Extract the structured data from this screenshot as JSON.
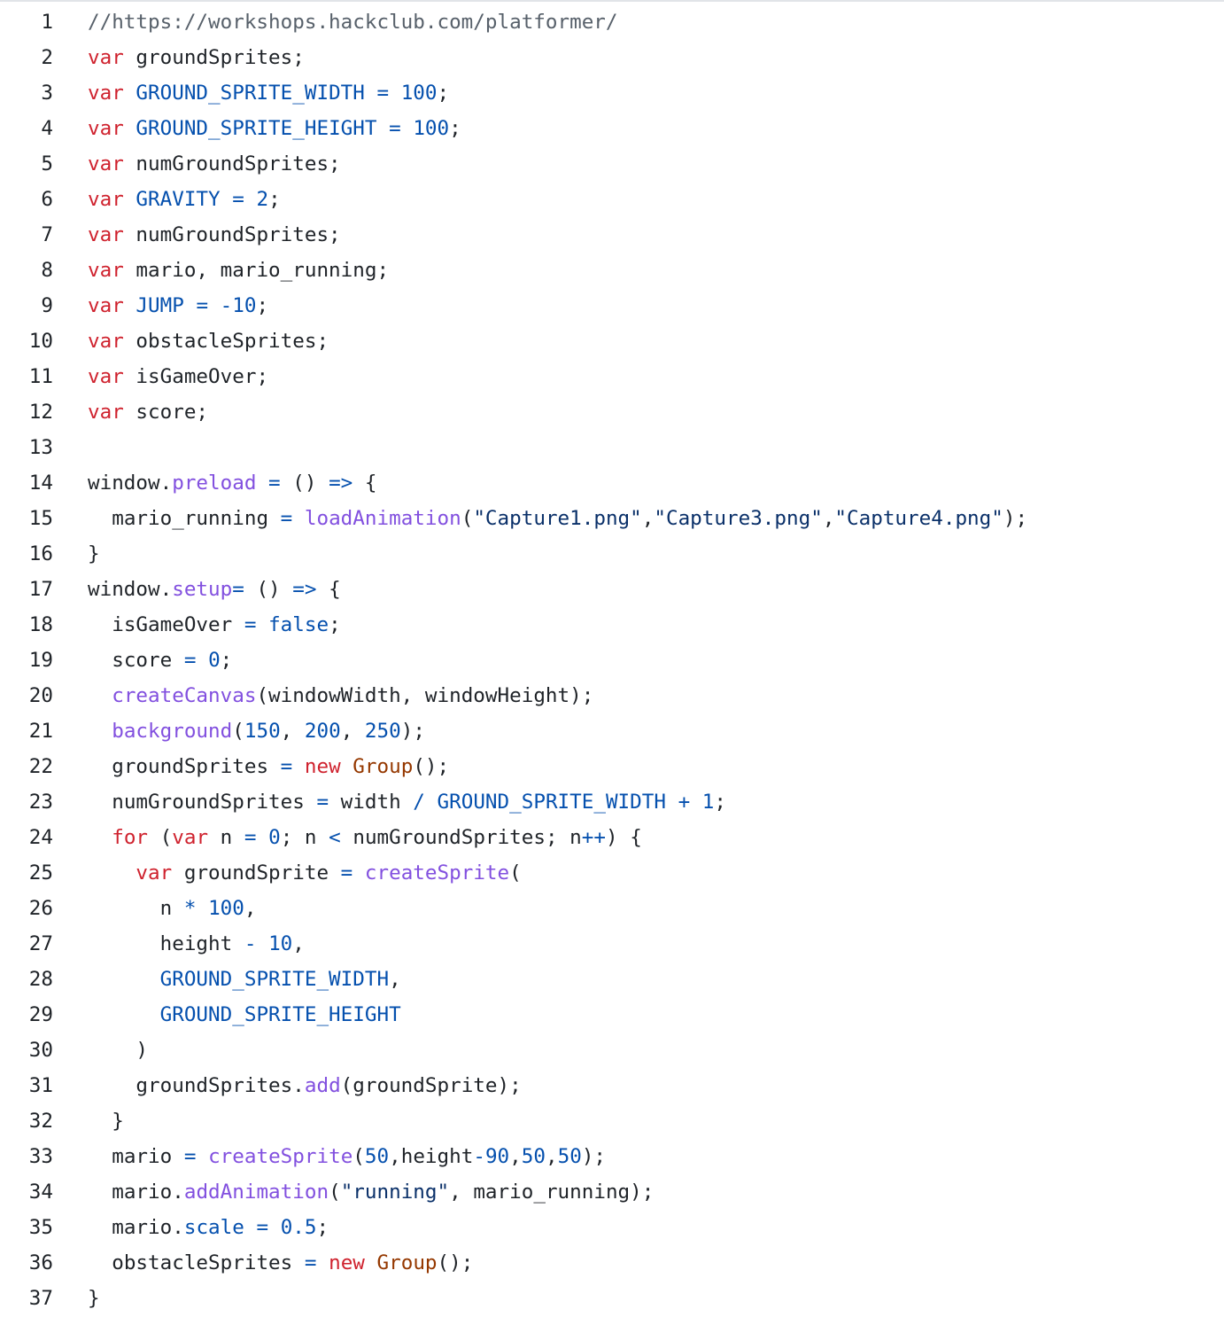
{
  "colors": {
    "plain": "#1f2328",
    "comment": "#57606a",
    "keyword": "#cf222e",
    "constant": "#0550ae",
    "function": "#8250df",
    "string": "#0a3069",
    "class": "#953800",
    "border": "#e1e4e8",
    "background": "#ffffff"
  },
  "code": {
    "lines": [
      {
        "number": "1",
        "indent": "",
        "tokens": [
          {
            "t": "//https://workshops.hackclub.com/platformer/",
            "c": "comment"
          }
        ]
      },
      {
        "number": "2",
        "indent": "",
        "tokens": [
          {
            "t": "var",
            "c": "keyword"
          },
          {
            "t": " groundSprites;",
            "c": "plain"
          }
        ]
      },
      {
        "number": "3",
        "indent": "",
        "tokens": [
          {
            "t": "var",
            "c": "keyword"
          },
          {
            "t": " ",
            "c": "plain"
          },
          {
            "t": "GROUND_SPRITE_WIDTH",
            "c": "constant"
          },
          {
            "t": " ",
            "c": "plain"
          },
          {
            "t": "=",
            "c": "constant"
          },
          {
            "t": " ",
            "c": "plain"
          },
          {
            "t": "100",
            "c": "constant"
          },
          {
            "t": ";",
            "c": "plain"
          }
        ]
      },
      {
        "number": "4",
        "indent": "",
        "tokens": [
          {
            "t": "var",
            "c": "keyword"
          },
          {
            "t": " ",
            "c": "plain"
          },
          {
            "t": "GROUND_SPRITE_HEIGHT",
            "c": "constant"
          },
          {
            "t": " ",
            "c": "plain"
          },
          {
            "t": "=",
            "c": "constant"
          },
          {
            "t": " ",
            "c": "plain"
          },
          {
            "t": "100",
            "c": "constant"
          },
          {
            "t": ";",
            "c": "plain"
          }
        ]
      },
      {
        "number": "5",
        "indent": "",
        "tokens": [
          {
            "t": "var",
            "c": "keyword"
          },
          {
            "t": " numGroundSprites;",
            "c": "plain"
          }
        ]
      },
      {
        "number": "6",
        "indent": "",
        "tokens": [
          {
            "t": "var",
            "c": "keyword"
          },
          {
            "t": " ",
            "c": "plain"
          },
          {
            "t": "GRAVITY",
            "c": "constant"
          },
          {
            "t": " ",
            "c": "plain"
          },
          {
            "t": "=",
            "c": "constant"
          },
          {
            "t": " ",
            "c": "plain"
          },
          {
            "t": "2",
            "c": "constant"
          },
          {
            "t": ";",
            "c": "plain"
          }
        ]
      },
      {
        "number": "7",
        "indent": "",
        "tokens": [
          {
            "t": "var",
            "c": "keyword"
          },
          {
            "t": " numGroundSprites;",
            "c": "plain"
          }
        ]
      },
      {
        "number": "8",
        "indent": "",
        "tokens": [
          {
            "t": "var",
            "c": "keyword"
          },
          {
            "t": " mario, mario_running;",
            "c": "plain"
          }
        ]
      },
      {
        "number": "9",
        "indent": "",
        "tokens": [
          {
            "t": "var",
            "c": "keyword"
          },
          {
            "t": " ",
            "c": "plain"
          },
          {
            "t": "JUMP",
            "c": "constant"
          },
          {
            "t": " ",
            "c": "plain"
          },
          {
            "t": "=",
            "c": "constant"
          },
          {
            "t": " ",
            "c": "plain"
          },
          {
            "t": "-10",
            "c": "constant"
          },
          {
            "t": ";",
            "c": "plain"
          }
        ]
      },
      {
        "number": "10",
        "indent": "",
        "tokens": [
          {
            "t": "var",
            "c": "keyword"
          },
          {
            "t": " obstacleSprites;",
            "c": "plain"
          }
        ]
      },
      {
        "number": "11",
        "indent": "",
        "tokens": [
          {
            "t": "var",
            "c": "keyword"
          },
          {
            "t": " isGameOver;",
            "c": "plain"
          }
        ]
      },
      {
        "number": "12",
        "indent": "",
        "tokens": [
          {
            "t": "var",
            "c": "keyword"
          },
          {
            "t": " score;",
            "c": "plain"
          }
        ]
      },
      {
        "number": "13",
        "indent": "",
        "tokens": []
      },
      {
        "number": "14",
        "indent": "",
        "tokens": [
          {
            "t": "window.",
            "c": "plain"
          },
          {
            "t": "preload",
            "c": "function"
          },
          {
            "t": " ",
            "c": "plain"
          },
          {
            "t": "=",
            "c": "constant"
          },
          {
            "t": " () ",
            "c": "plain"
          },
          {
            "t": "=>",
            "c": "constant"
          },
          {
            "t": " {",
            "c": "plain"
          }
        ]
      },
      {
        "number": "15",
        "indent": "  ",
        "tokens": [
          {
            "t": "mario_running ",
            "c": "plain"
          },
          {
            "t": "=",
            "c": "constant"
          },
          {
            "t": " ",
            "c": "plain"
          },
          {
            "t": "loadAnimation",
            "c": "function"
          },
          {
            "t": "(",
            "c": "plain"
          },
          {
            "t": "\"Capture1.png\"",
            "c": "string"
          },
          {
            "t": ",",
            "c": "plain"
          },
          {
            "t": "\"Capture3.png\"",
            "c": "string"
          },
          {
            "t": ",",
            "c": "plain"
          },
          {
            "t": "\"Capture4.png\"",
            "c": "string"
          },
          {
            "t": ");",
            "c": "plain"
          }
        ]
      },
      {
        "number": "16",
        "indent": "",
        "tokens": [
          {
            "t": "}",
            "c": "plain"
          }
        ]
      },
      {
        "number": "17",
        "indent": "",
        "tokens": [
          {
            "t": "window.",
            "c": "plain"
          },
          {
            "t": "setup",
            "c": "function"
          },
          {
            "t": "=",
            "c": "constant"
          },
          {
            "t": " () ",
            "c": "plain"
          },
          {
            "t": "=>",
            "c": "constant"
          },
          {
            "t": " {",
            "c": "plain"
          }
        ]
      },
      {
        "number": "18",
        "indent": "  ",
        "tokens": [
          {
            "t": "isGameOver ",
            "c": "plain"
          },
          {
            "t": "=",
            "c": "constant"
          },
          {
            "t": " ",
            "c": "plain"
          },
          {
            "t": "false",
            "c": "constant"
          },
          {
            "t": ";",
            "c": "plain"
          }
        ]
      },
      {
        "number": "19",
        "indent": "  ",
        "tokens": [
          {
            "t": "score ",
            "c": "plain"
          },
          {
            "t": "=",
            "c": "constant"
          },
          {
            "t": " ",
            "c": "plain"
          },
          {
            "t": "0",
            "c": "constant"
          },
          {
            "t": ";",
            "c": "plain"
          }
        ]
      },
      {
        "number": "20",
        "indent": "  ",
        "tokens": [
          {
            "t": "createCanvas",
            "c": "function"
          },
          {
            "t": "(windowWidth, windowHeight);",
            "c": "plain"
          }
        ]
      },
      {
        "number": "21",
        "indent": "  ",
        "tokens": [
          {
            "t": "background",
            "c": "function"
          },
          {
            "t": "(",
            "c": "plain"
          },
          {
            "t": "150",
            "c": "constant"
          },
          {
            "t": ", ",
            "c": "plain"
          },
          {
            "t": "200",
            "c": "constant"
          },
          {
            "t": ", ",
            "c": "plain"
          },
          {
            "t": "250",
            "c": "constant"
          },
          {
            "t": ");",
            "c": "plain"
          }
        ]
      },
      {
        "number": "22",
        "indent": "  ",
        "tokens": [
          {
            "t": "groundSprites ",
            "c": "plain"
          },
          {
            "t": "=",
            "c": "constant"
          },
          {
            "t": " ",
            "c": "plain"
          },
          {
            "t": "new",
            "c": "keyword"
          },
          {
            "t": " ",
            "c": "plain"
          },
          {
            "t": "Group",
            "c": "class"
          },
          {
            "t": "();",
            "c": "plain"
          }
        ]
      },
      {
        "number": "23",
        "indent": "  ",
        "tokens": [
          {
            "t": "numGroundSprites ",
            "c": "plain"
          },
          {
            "t": "=",
            "c": "constant"
          },
          {
            "t": " width ",
            "c": "plain"
          },
          {
            "t": "/",
            "c": "constant"
          },
          {
            "t": " ",
            "c": "plain"
          },
          {
            "t": "GROUND_SPRITE_WIDTH",
            "c": "constant"
          },
          {
            "t": " ",
            "c": "plain"
          },
          {
            "t": "+",
            "c": "constant"
          },
          {
            "t": " ",
            "c": "plain"
          },
          {
            "t": "1",
            "c": "constant"
          },
          {
            "t": ";",
            "c": "plain"
          }
        ]
      },
      {
        "number": "24",
        "indent": "  ",
        "tokens": [
          {
            "t": "for",
            "c": "keyword"
          },
          {
            "t": " (",
            "c": "plain"
          },
          {
            "t": "var",
            "c": "keyword"
          },
          {
            "t": " n ",
            "c": "plain"
          },
          {
            "t": "=",
            "c": "constant"
          },
          {
            "t": " ",
            "c": "plain"
          },
          {
            "t": "0",
            "c": "constant"
          },
          {
            "t": "; n ",
            "c": "plain"
          },
          {
            "t": "<",
            "c": "constant"
          },
          {
            "t": " numGroundSprites; n",
            "c": "plain"
          },
          {
            "t": "++",
            "c": "constant"
          },
          {
            "t": ") {",
            "c": "plain"
          }
        ]
      },
      {
        "number": "25",
        "indent": "    ",
        "tokens": [
          {
            "t": "var",
            "c": "keyword"
          },
          {
            "t": " groundSprite ",
            "c": "plain"
          },
          {
            "t": "=",
            "c": "constant"
          },
          {
            "t": " ",
            "c": "plain"
          },
          {
            "t": "createSprite",
            "c": "function"
          },
          {
            "t": "(",
            "c": "plain"
          }
        ]
      },
      {
        "number": "26",
        "indent": "      ",
        "tokens": [
          {
            "t": "n ",
            "c": "plain"
          },
          {
            "t": "*",
            "c": "constant"
          },
          {
            "t": " ",
            "c": "plain"
          },
          {
            "t": "100",
            "c": "constant"
          },
          {
            "t": ",",
            "c": "plain"
          }
        ]
      },
      {
        "number": "27",
        "indent": "      ",
        "tokens": [
          {
            "t": "height ",
            "c": "plain"
          },
          {
            "t": "-",
            "c": "constant"
          },
          {
            "t": " ",
            "c": "plain"
          },
          {
            "t": "10",
            "c": "constant"
          },
          {
            "t": ",",
            "c": "plain"
          }
        ]
      },
      {
        "number": "28",
        "indent": "      ",
        "tokens": [
          {
            "t": "GROUND_SPRITE_WIDTH",
            "c": "constant"
          },
          {
            "t": ",",
            "c": "plain"
          }
        ]
      },
      {
        "number": "29",
        "indent": "      ",
        "tokens": [
          {
            "t": "GROUND_SPRITE_HEIGHT",
            "c": "constant"
          }
        ]
      },
      {
        "number": "30",
        "indent": "    ",
        "tokens": [
          {
            "t": ")",
            "c": "plain"
          }
        ]
      },
      {
        "number": "31",
        "indent": "    ",
        "tokens": [
          {
            "t": "groundSprites.",
            "c": "plain"
          },
          {
            "t": "add",
            "c": "function"
          },
          {
            "t": "(groundSprite);",
            "c": "plain"
          }
        ]
      },
      {
        "number": "32",
        "indent": "  ",
        "tokens": [
          {
            "t": "}",
            "c": "plain"
          }
        ]
      },
      {
        "number": "33",
        "indent": "  ",
        "tokens": [
          {
            "t": "mario ",
            "c": "plain"
          },
          {
            "t": "=",
            "c": "constant"
          },
          {
            "t": " ",
            "c": "plain"
          },
          {
            "t": "createSprite",
            "c": "function"
          },
          {
            "t": "(",
            "c": "plain"
          },
          {
            "t": "50",
            "c": "constant"
          },
          {
            "t": ",height",
            "c": "plain"
          },
          {
            "t": "-90",
            "c": "constant"
          },
          {
            "t": ",",
            "c": "plain"
          },
          {
            "t": "50",
            "c": "constant"
          },
          {
            "t": ",",
            "c": "plain"
          },
          {
            "t": "50",
            "c": "constant"
          },
          {
            "t": ");",
            "c": "plain"
          }
        ]
      },
      {
        "number": "34",
        "indent": "  ",
        "tokens": [
          {
            "t": "mario.",
            "c": "plain"
          },
          {
            "t": "addAnimation",
            "c": "function"
          },
          {
            "t": "(",
            "c": "plain"
          },
          {
            "t": "\"running\"",
            "c": "string"
          },
          {
            "t": ", mario_running);",
            "c": "plain"
          }
        ]
      },
      {
        "number": "35",
        "indent": "  ",
        "tokens": [
          {
            "t": "mario.",
            "c": "plain"
          },
          {
            "t": "scale",
            "c": "constant"
          },
          {
            "t": " ",
            "c": "plain"
          },
          {
            "t": "=",
            "c": "constant"
          },
          {
            "t": " ",
            "c": "plain"
          },
          {
            "t": "0.5",
            "c": "constant"
          },
          {
            "t": ";",
            "c": "plain"
          }
        ]
      },
      {
        "number": "36",
        "indent": "  ",
        "tokens": [
          {
            "t": "obstacleSprites ",
            "c": "plain"
          },
          {
            "t": "=",
            "c": "constant"
          },
          {
            "t": " ",
            "c": "plain"
          },
          {
            "t": "new",
            "c": "keyword"
          },
          {
            "t": " ",
            "c": "plain"
          },
          {
            "t": "Group",
            "c": "class"
          },
          {
            "t": "();",
            "c": "plain"
          }
        ]
      },
      {
        "number": "37",
        "indent": "",
        "tokens": [
          {
            "t": "}",
            "c": "plain"
          }
        ]
      }
    ]
  }
}
